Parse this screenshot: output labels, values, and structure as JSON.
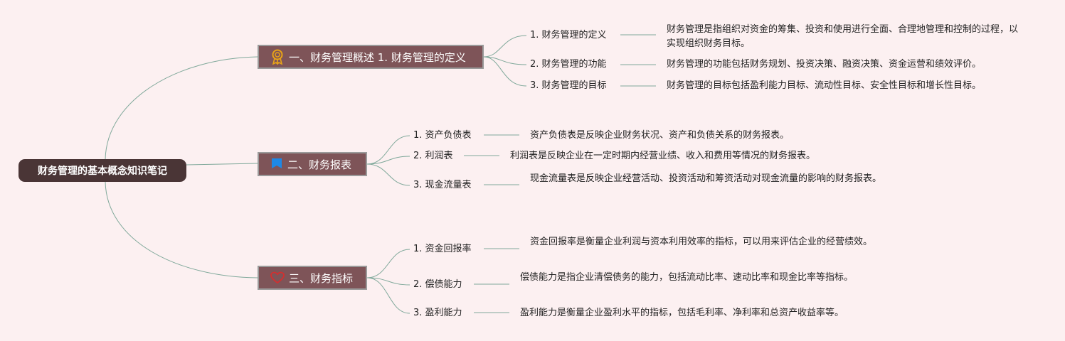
{
  "title": "财务管理的基本概念知识笔记",
  "branches": [
    {
      "label": "一、财务管理概述 1. 财务管理的定义",
      "icon": "award-ribbon-icon",
      "items": [
        {
          "label": "1. 财务管理的定义",
          "desc": "财务管理是指组织对资金的筹集、投资和使用进行全面、合理地管理和控制的过程，以实现组织财务目标。"
        },
        {
          "label": "2. 财务管理的功能",
          "desc": "财务管理的功能包括财务规划、投资决策、融资决策、资金运营和绩效评价。"
        },
        {
          "label": "3. 财务管理的目标",
          "desc": "财务管理的目标包括盈利能力目标、流动性目标、安全性目标和增长性目标。"
        }
      ]
    },
    {
      "label": "二、财务报表",
      "icon": "flag-icon",
      "items": [
        {
          "label": "1. 资产负债表",
          "desc": "资产负债表是反映企业财务状况、资产和负债关系的财务报表。"
        },
        {
          "label": "2. 利润表",
          "desc": "利润表是反映企业在一定时期内经营业绩、收入和费用等情况的财务报表。"
        },
        {
          "label": "3. 现金流量表",
          "desc": "现金流量表是反映企业经营活动、投资活动和筹资活动对现金流量的影响的财务报表。"
        }
      ]
    },
    {
      "label": "三、财务指标",
      "icon": "heart-icon",
      "items": [
        {
          "label": "1. 资金回报率",
          "desc": "资金回报率是衡量企业利润与资本利用效率的指标，可以用来评估企业的经营绩效。"
        },
        {
          "label": "2. 偿债能力",
          "desc": "偿债能力是指企业清偿债务的能力，包括流动比率、速动比率和现金比率等指标。"
        },
        {
          "label": "3. 盈利能力",
          "desc": "盈利能力是衡量企业盈利水平的指标，包括毛利率、净利率和总资产收益率等。"
        }
      ]
    }
  ],
  "colors": {
    "background": "#fcf0f1",
    "root": "#4a3536",
    "branch": "#7e5458",
    "line": "#7fa89a",
    "icon_award": "#e8a317",
    "icon_flag": "#1e88e5",
    "icon_heart": "#d32f2f"
  }
}
